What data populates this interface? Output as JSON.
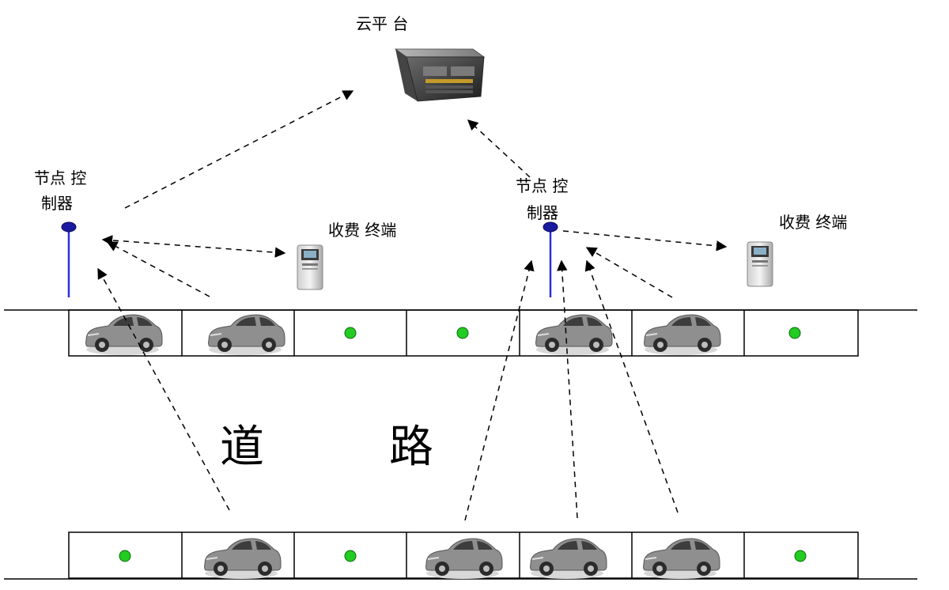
{
  "labels": {
    "cloud": "云平 台",
    "node_left_line1": "节点 控",
    "node_left_line2": "制器",
    "node_right_line1": "节点 控",
    "node_right_line2": "制器",
    "terminal_left": "收费 终端",
    "terminal_right": "收费 终端",
    "road_char1": "道",
    "road_char2": "路"
  },
  "top_row": [
    "car",
    "car",
    "empty",
    "empty",
    "car",
    "car",
    "empty"
  ],
  "bottom_row": [
    "empty",
    "car",
    "empty",
    "car",
    "car",
    "car",
    "empty"
  ],
  "colors": {
    "line": "#000000",
    "pole": "#2f2fe0",
    "sensor": "#1a1aa0",
    "free_spot": "#22cc22",
    "car_body": "#8f8f8f",
    "car_window": "#3d3d3d"
  }
}
